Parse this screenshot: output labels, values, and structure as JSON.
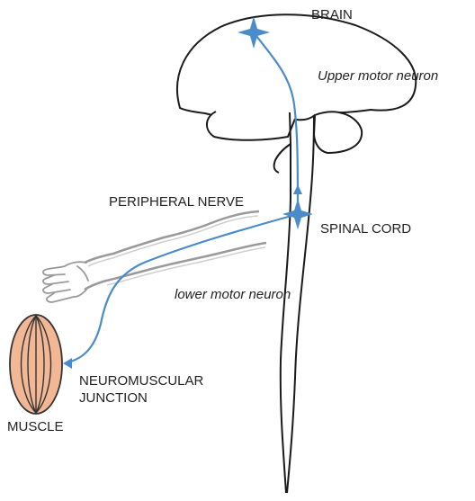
{
  "labels": {
    "brain": "BRAIN",
    "upper_motor_neuron": "Upper motor neuron",
    "peripheral_nerve": "PERIPHERAL NERVE",
    "spinal_cord": "SPINAL CORD",
    "lower_motor_neuron": "lower motor neuron",
    "neuromuscular_junction": "NEUROMUSCULAR JUNCTION",
    "muscle": "MUSCLE"
  },
  "colors": {
    "neuron": "#4a8bc9",
    "outline": "#1a1a1a",
    "arm": "#9a9a9a",
    "muscle_fill": "#f2b895",
    "muscle_stroke": "#333333"
  }
}
